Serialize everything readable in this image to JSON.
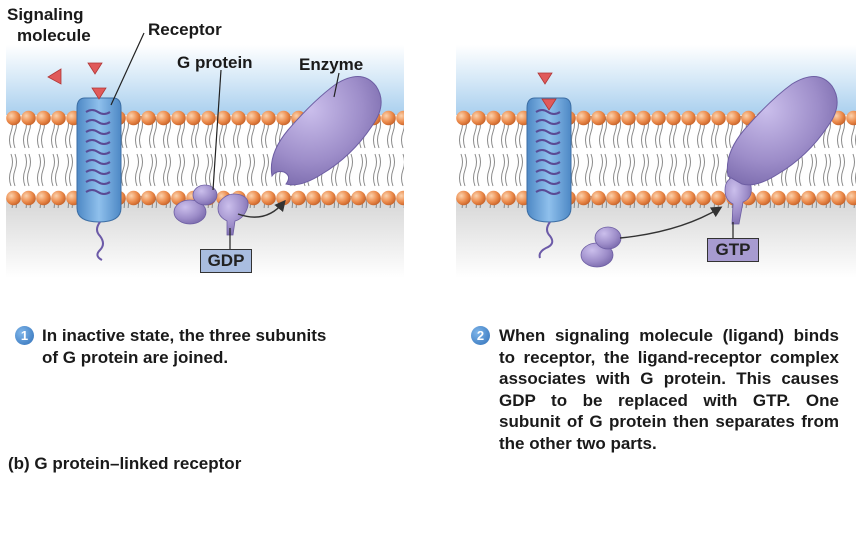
{
  "labels": {
    "signaling_molecule_line1": "Signaling",
    "signaling_molecule_line2": "molecule",
    "receptor": "Receptor",
    "g_protein": "G protein",
    "enzyme": "Enzyme",
    "gdp": "GDP",
    "gtp": "GTP"
  },
  "steps": [
    {
      "number": "1",
      "text": "In inactive state, the three subunits of G protein are joined."
    },
    {
      "number": "2",
      "text": "When signaling molecule (ligand) binds to receptor, the ligand-receptor complex associates with G protein. This causes GDP to be replaced with GTP. One subunit of G protein then separates from the other two parts."
    }
  ],
  "caption": "(b) G protein–linked receptor",
  "colors": {
    "membrane_head": "#e8874a",
    "receptor": "#6aa3d9",
    "protein": "#9f8fcb",
    "ligand": "#e05a5a",
    "gdp_box": "#a9bde0",
    "gtp_box": "#a79bd0",
    "step_icon": "#2f6fb8"
  }
}
